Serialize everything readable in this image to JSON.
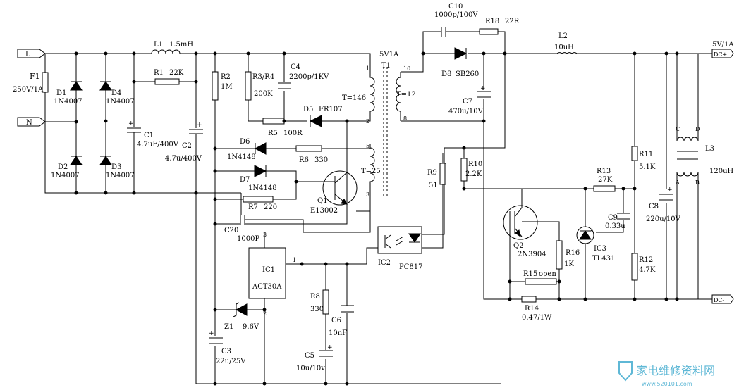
{
  "terminals": {
    "l": "L",
    "n": "N",
    "dc_pos": "DC+",
    "dc_neg": "DC-"
  },
  "output_spec": "5V/1A",
  "components": {
    "f1": {
      "ref": "F1",
      "value": "250V/1A"
    },
    "l1": {
      "ref": "L1",
      "value": "1.5mH"
    },
    "d1": {
      "ref": "D1",
      "value": "1N4007"
    },
    "d2": {
      "ref": "D2",
      "value": "1N4007"
    },
    "d3": {
      "ref": "D3",
      "value": "1N4007"
    },
    "d4": {
      "ref": "D4",
      "value": "1N4007"
    },
    "r1": {
      "ref": "R1",
      "value": "22K"
    },
    "c1": {
      "ref": "C1",
      "value": "4.7uF/400V"
    },
    "c2": {
      "ref": "C2",
      "value": "4.7u/400V"
    },
    "r2": {
      "ref": "R2",
      "value": "1M"
    },
    "r3r4": {
      "ref": "R3/R4",
      "value": "200K"
    },
    "c4": {
      "ref": "C4",
      "value": "2200p/1KV"
    },
    "d5": {
      "ref": "D5",
      "value": "FR107"
    },
    "r5": {
      "ref": "R5",
      "value": "100R"
    },
    "d6": {
      "ref": "D6",
      "value": "1N4148"
    },
    "r6": {
      "ref": "R6",
      "value": "330"
    },
    "d7": {
      "ref": "D7",
      "value": "1N4148"
    },
    "r7": {
      "ref": "R7",
      "value": "220"
    },
    "q1": {
      "ref": "Q1",
      "value": "E13002"
    },
    "c20": {
      "ref": "C20",
      "value": "1000P"
    },
    "ic1": {
      "ref": "IC1",
      "value": "ACT30A"
    },
    "z1": {
      "ref": "Z1",
      "value": "9.6V"
    },
    "c3": {
      "ref": "C3",
      "value": "22u/25V"
    },
    "r8": {
      "ref": "R8",
      "value": "330"
    },
    "c6": {
      "ref": "C6",
      "value": "10nF"
    },
    "c5": {
      "ref": "C5",
      "value": "10u/10v"
    },
    "t1": {
      "ref": "T1",
      "value": "5V1A"
    },
    "c10": {
      "ref": "C10",
      "value": "1000p/100V"
    },
    "r18": {
      "ref": "R18",
      "value": "22R"
    },
    "d8": {
      "ref": "D8",
      "value": "SB260"
    },
    "c7": {
      "ref": "C7",
      "value": "470u/10V"
    },
    "l2": {
      "ref": "L2",
      "value": "10uH"
    },
    "r9": {
      "ref": "R9",
      "value": "51"
    },
    "r10": {
      "ref": "R10",
      "value": "2.2K"
    },
    "ic2": {
      "ref": "IC2",
      "value": "PC817"
    },
    "q2": {
      "ref": "Q2",
      "value": "2N3904"
    },
    "r16": {
      "ref": "R16",
      "value": "1K"
    },
    "r15": {
      "ref": "R15",
      "value": "open"
    },
    "r14": {
      "ref": "R14",
      "value": "0.47/1W"
    },
    "r13": {
      "ref": "R13",
      "value": "27K"
    },
    "c9": {
      "ref": "C9",
      "value": "0.33u"
    },
    "ic3": {
      "ref": "IC3",
      "value": "TL431"
    },
    "r11": {
      "ref": "R11",
      "value": "5.1K"
    },
    "r12": {
      "ref": "R12",
      "value": "4.7K"
    },
    "c8": {
      "ref": "C8",
      "value": "220u/10V"
    },
    "l3": {
      "ref": "L3",
      "value": "120uH"
    }
  },
  "winding_turns": {
    "primary": "T=146",
    "secondary": "T=12",
    "auxiliary": "T=25"
  },
  "pins": {
    "p1": "1",
    "p2": "2",
    "p3": "3",
    "p5": "5",
    "p8": "8",
    "p10": "10"
  },
  "ic1_pins": {
    "p1": "1",
    "p2": "2",
    "p3": "3"
  },
  "l3_pins": {
    "a": "A",
    "b": "B",
    "c": "C",
    "d": "D"
  },
  "watermark": {
    "title": "家电维修资料网",
    "url": "www.520101.com"
  }
}
